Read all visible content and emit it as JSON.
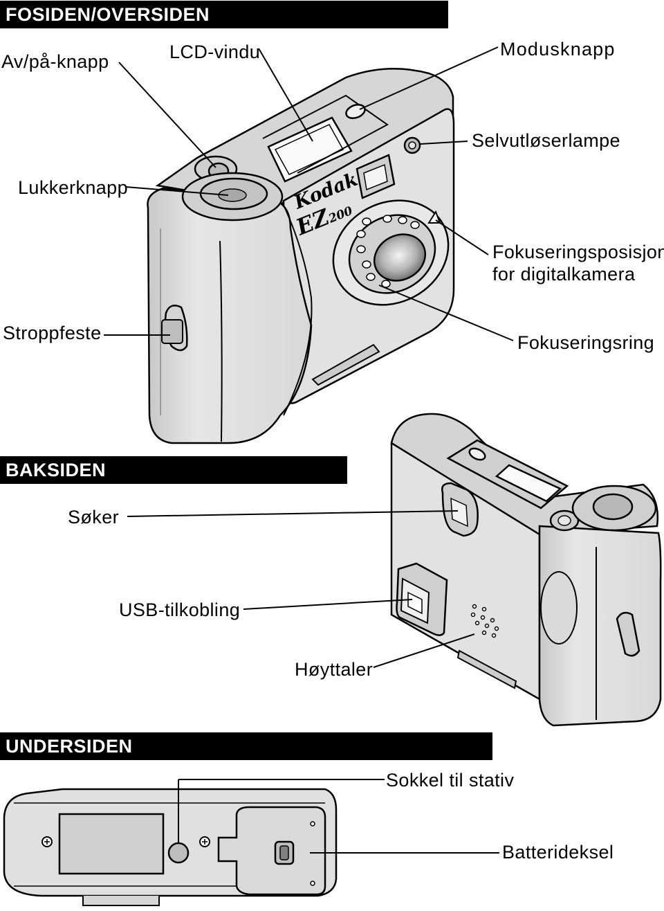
{
  "sections": {
    "front": "FOSIDEN/OVERSIDEN",
    "back": "BAKSIDEN",
    "bottom": "UNDERSIDEN"
  },
  "labels": {
    "power": "Av/på-knapp",
    "lcd": "LCD-vindu",
    "mode": "Modusknapp",
    "timer_lamp": "Selvutløserlampe",
    "shutter": "Lukkerknapp",
    "focus_pos_1": "Fokuseringsposisjon",
    "focus_pos_2": "for digitalkamera",
    "strap": "Stroppfeste",
    "focus_ring": "Fokuseringsring",
    "viewfinder": "Søker",
    "usb": "USB-tilkobling",
    "speaker": "Høyttaler",
    "tripod": "Sokkel til stativ",
    "battery": "Batterideksel"
  },
  "camera": {
    "brand": "Kodak",
    "model": "EZ",
    "model_num": "200"
  }
}
